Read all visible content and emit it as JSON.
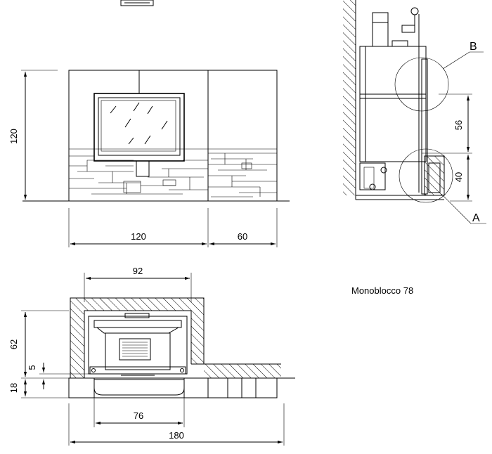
{
  "front_view": {
    "height_label": "120",
    "width_label": "120",
    "side_width_label": "60"
  },
  "section_view": {
    "callout_b": "B",
    "callout_a": "A",
    "dim_upper": "56",
    "dim_lower": "40"
  },
  "plan_view": {
    "top_width_label": "92",
    "depth_label": "62",
    "small_label": "5",
    "base_label": "18",
    "inner_width_label": "76",
    "total_width_label": "180"
  },
  "model_caption": "Monoblocco 78",
  "colors": {
    "line": "#000000",
    "background": "#ffffff"
  }
}
